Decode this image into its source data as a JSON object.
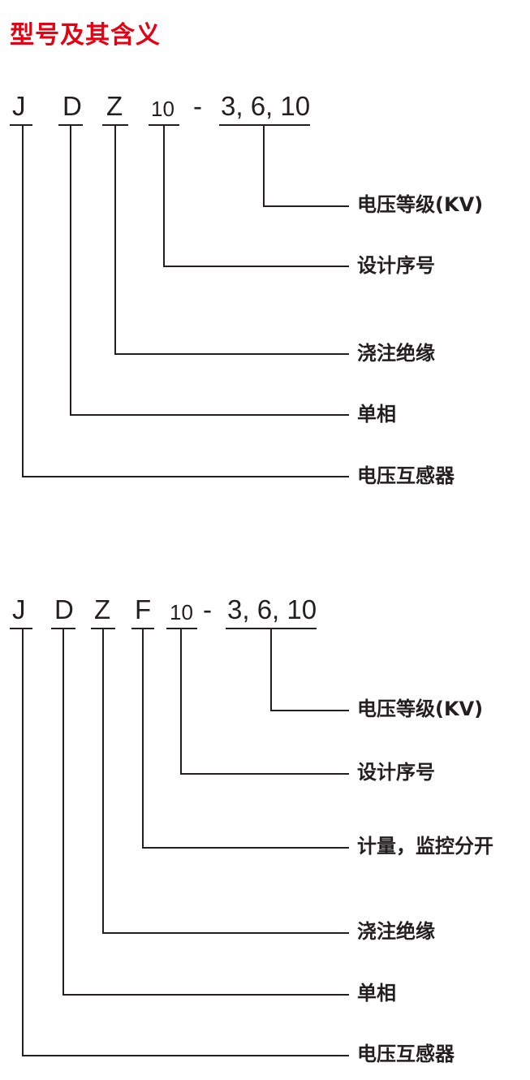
{
  "title": "型号及其含义",
  "diagram1": {
    "codes": [
      "J",
      "D",
      "Z",
      "10",
      "-",
      "3, 6, 10"
    ],
    "labels": [
      "电压等级(KV)",
      "设计序号",
      "浇注绝缘",
      "单相",
      "电压互感器"
    ]
  },
  "diagram2": {
    "codes": [
      "J",
      "D",
      "Z",
      "F",
      "10",
      "-",
      "3, 6, 10"
    ],
    "labels": [
      "电压等级(KV)",
      "设计序号",
      "计量，监控分开",
      "浇注绝缘",
      "单相",
      "电压互感器"
    ]
  }
}
